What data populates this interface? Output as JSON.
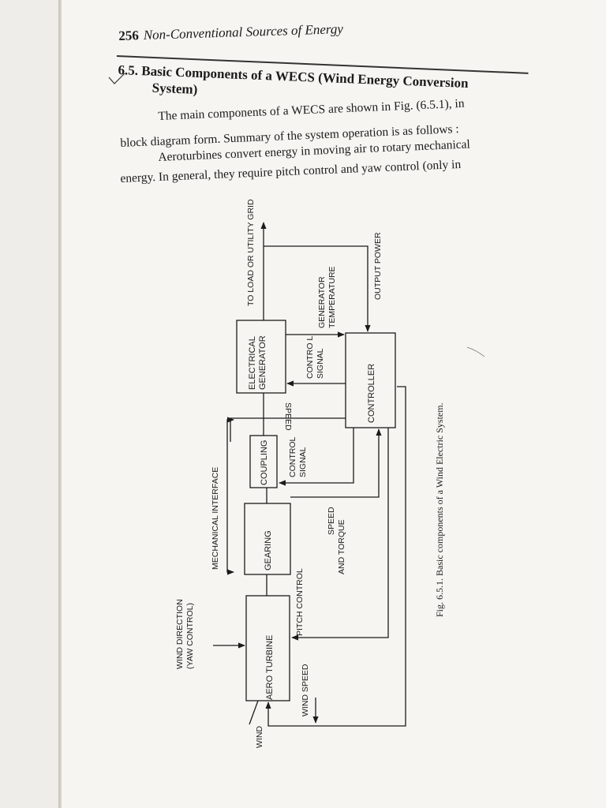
{
  "header": {
    "page_number": "256",
    "running_title": "Non-Conventional Sources of Energy"
  },
  "section": {
    "number": "6.5.",
    "title_line1": "Basic Components of a WECS (Wind Energy Conversion",
    "title_line2": "System)"
  },
  "body": {
    "para1_line1": "The main components of a WECS are shown in Fig. (6.5.1), in",
    "para1_line2": "block diagram form. Summary of the system operation is as follows :",
    "para2_line1": "Aeroturbines convert energy in moving air to rotary mechanical",
    "para2_line2": "energy. In general, they require pitch control and yaw control (only in"
  },
  "diagram": {
    "blocks": {
      "aero_turbine": "AERO TURBINE",
      "gearing": "GEARING",
      "coupling": "COUPLING",
      "generator_line1": "ELECTRICAL",
      "generator_line2": "GENERATOR",
      "controller": "CONTROLLER"
    },
    "labels": {
      "wind": "WIND",
      "wind_direction_line1": "WIND DIRECTION",
      "wind_direction_line2": "(YAW CONTROL)",
      "mechanical_interface": "MECHANICAL INTERFACE",
      "to_load": "TO LOAD OR UTILITY GRID",
      "output_power": "OUTPUT POWER",
      "gen_temp_line1": "GENERATOR",
      "gen_temp_line2": "TEMPERATURE",
      "control_signal_1_line1": "CONTRO L",
      "control_signal_1_line2": "SIGNAL",
      "control_signal_2_line1": "CONTROL",
      "control_signal_2_line2": "SIGNAL",
      "speed": "SPEED",
      "speed_torque_line1": "SPEED",
      "speed_torque_line2": "AND TORQUE",
      "pitch_control": "PITCH CONTROL",
      "wind_speed": "WIND SPEED"
    },
    "caption": "Fig. 6.5.1. Basic components of a Wind Electric System."
  }
}
